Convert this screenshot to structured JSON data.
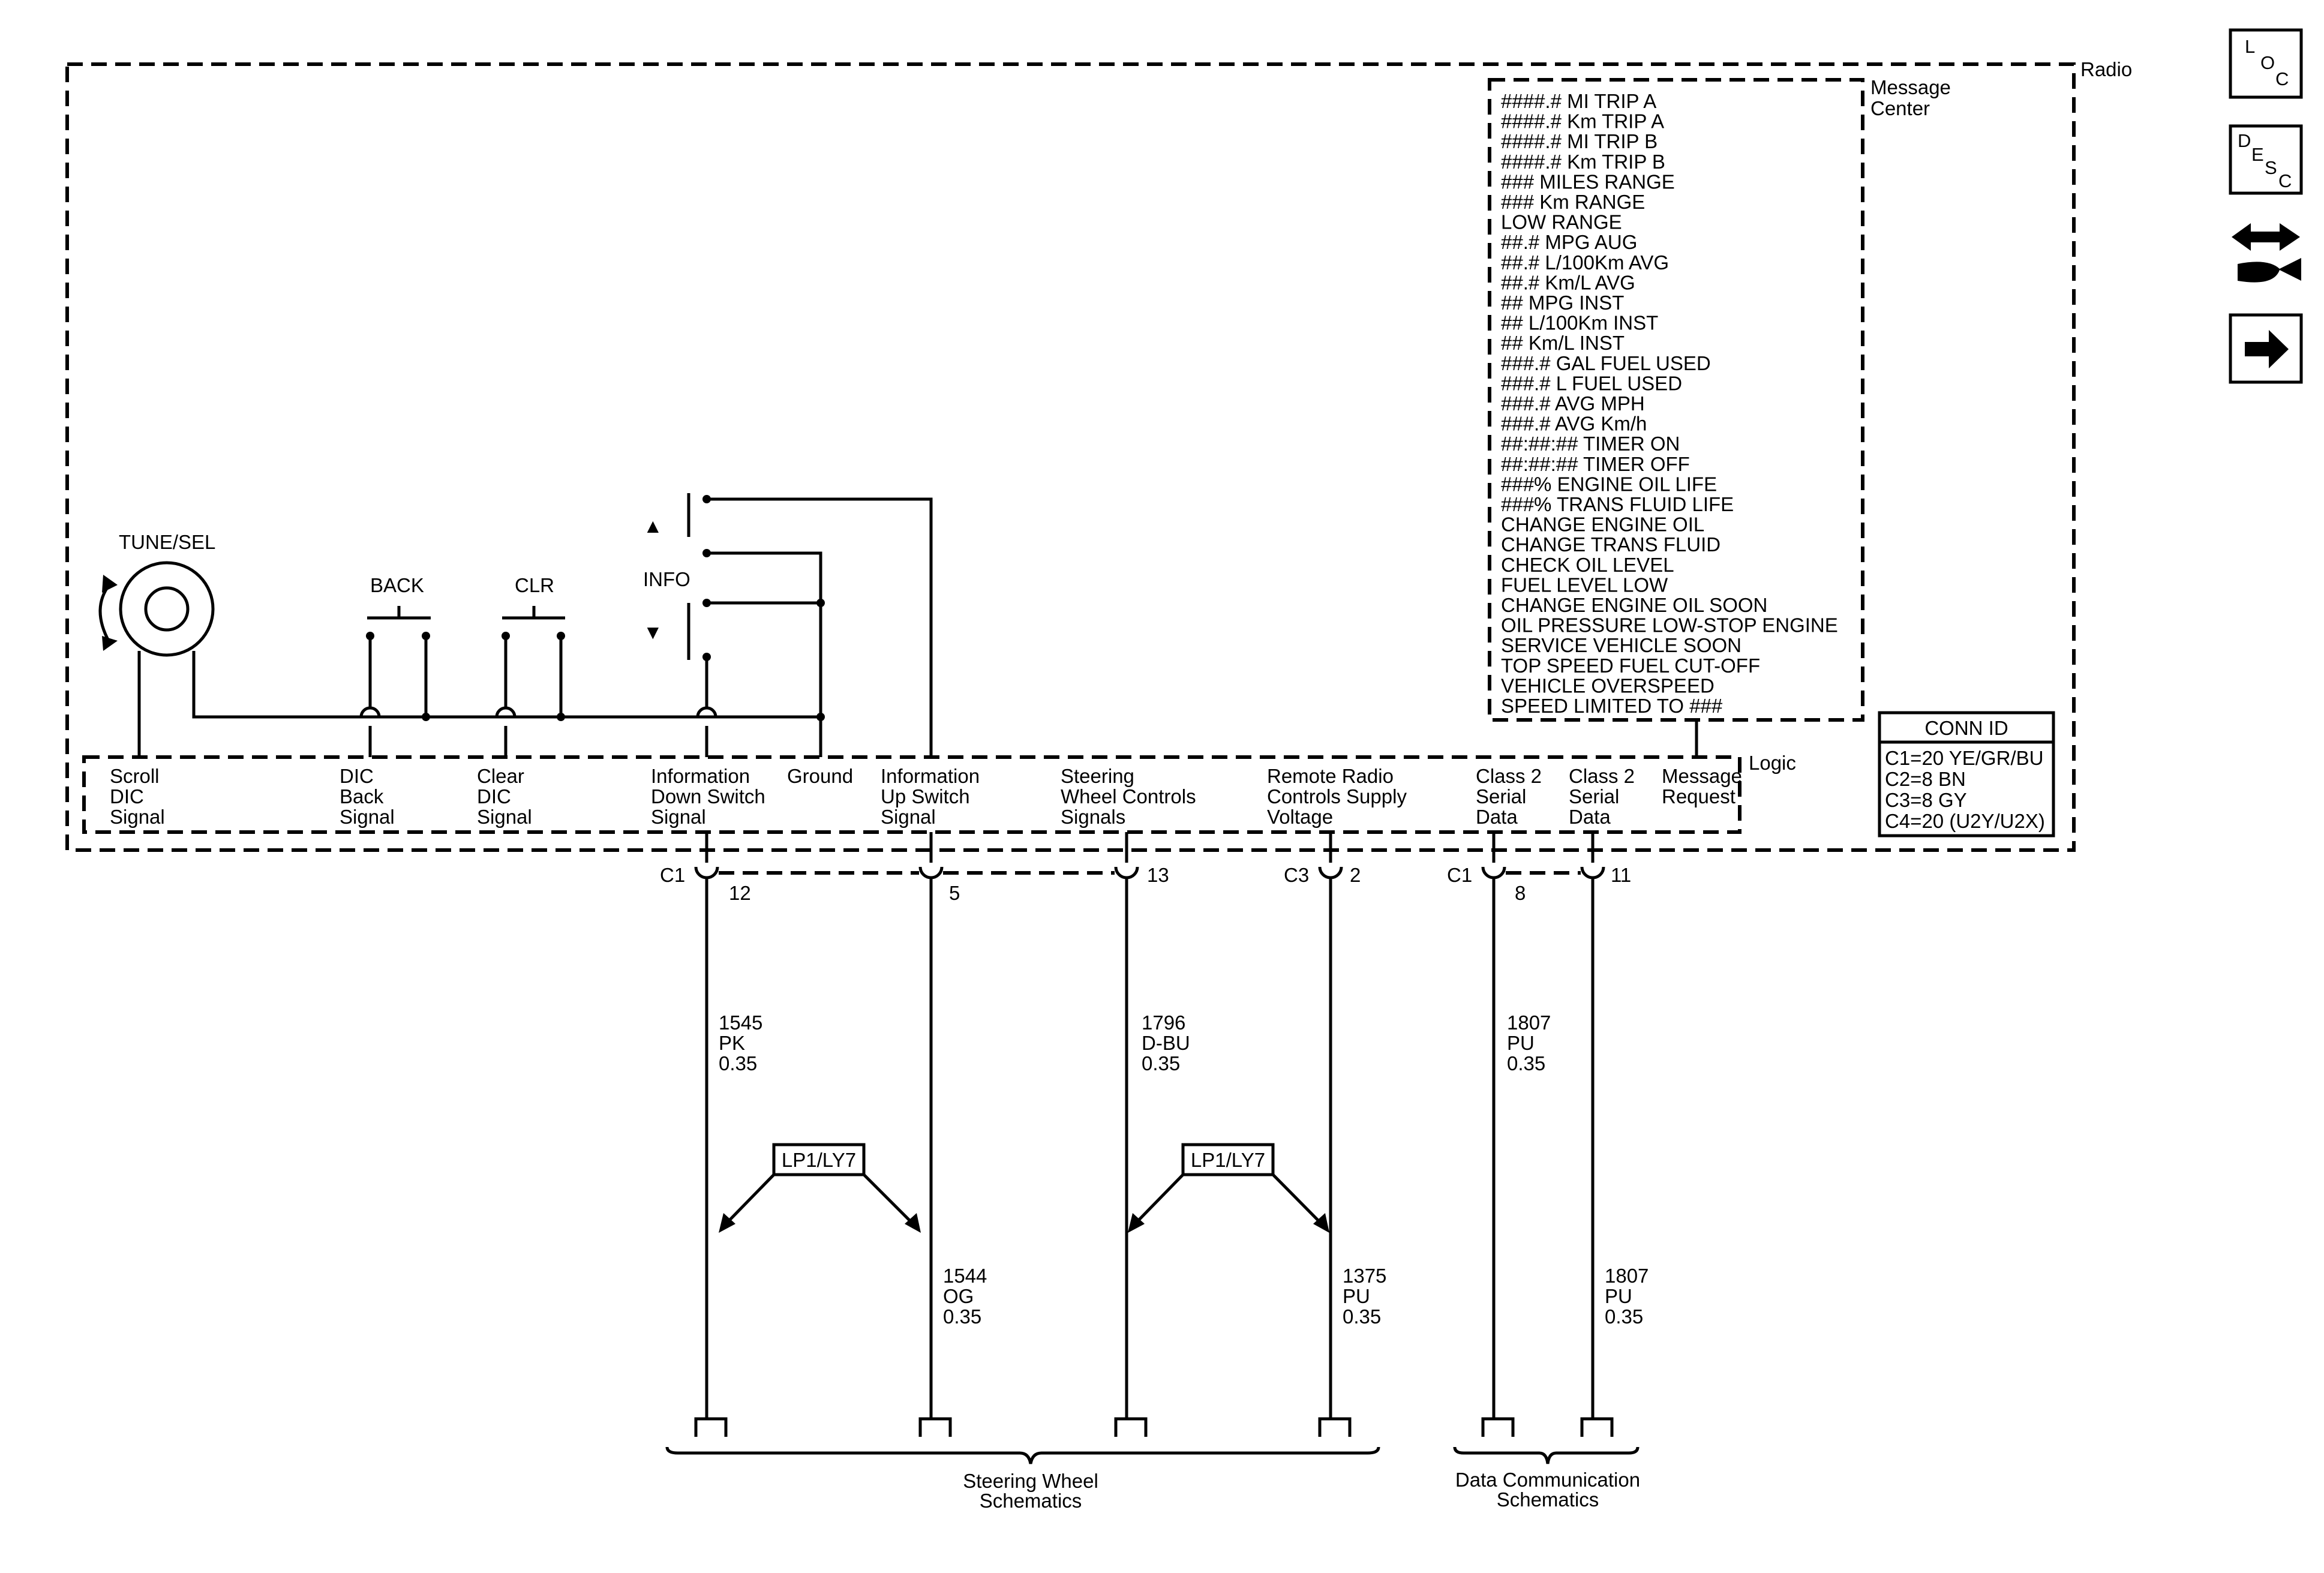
{
  "radio": {
    "label": "Radio",
    "logic_label": "Logic",
    "message_center_label": [
      "Message",
      "Center"
    ]
  },
  "tune_sel": {
    "label": "TUNE/SEL"
  },
  "switches": {
    "back": "BACK",
    "clr": "CLR",
    "info": "INFO",
    "up_arrow": "▲",
    "down_arrow": "▼"
  },
  "messages": [
    "####.# MI TRIP A",
    "####.# Km TRIP A",
    "####.# MI TRIP B",
    "####.# Km TRIP B",
    "### MILES RANGE",
    "### Km RANGE",
    "LOW RANGE",
    "##.# MPG AUG",
    "##.# L/100Km AVG",
    "##.# Km/L AVG",
    "## MPG INST",
    "## L/100Km INST",
    "## Km/L INST",
    "###.# GAL FUEL USED",
    "###.# L FUEL USED",
    "###.# AVG MPH",
    "###.# AVG Km/h",
    "##:##:## TIMER ON",
    "##:##:## TIMER OFF",
    "###% ENGINE OIL LIFE",
    "###% TRANS FLUID LIFE",
    "CHANGE ENGINE OIL",
    "CHANGE TRANS FLUID",
    "CHECK OIL LEVEL",
    "FUEL LEVEL LOW",
    "CHANGE ENGINE OIL SOON",
    "OIL PRESSURE LOW-STOP ENGINE",
    "SERVICE VEHICLE SOON",
    "TOP SPEED FUEL CUT-OFF",
    "VEHICLE OVERSPEED",
    "SPEED LIMITED TO ###"
  ],
  "logic_signals": [
    [
      "Scroll",
      "DIC",
      "Signal"
    ],
    [
      "DIC",
      "Back",
      "Signal"
    ],
    [
      "Clear",
      "DIC",
      "Signal"
    ],
    [
      "Information",
      "Down Switch",
      "Signal"
    ],
    [
      "Ground"
    ],
    [
      "Information",
      "Up Switch",
      "Signal"
    ],
    [
      "Steering",
      "Wheel Controls",
      "Signals"
    ],
    [
      "Remote Radio",
      "Controls Supply",
      "Voltage"
    ],
    [
      "Class 2",
      "Serial",
      "Data"
    ],
    [
      "Class 2",
      "Serial",
      "Data"
    ],
    [
      "Message",
      "Request"
    ]
  ],
  "conn_id": {
    "title": "CONN ID",
    "rows": [
      "C1=20 YE/GR/BU",
      "C2=8 BN",
      "C3=8 GY",
      "C4=20 (U2Y/U2X)"
    ]
  },
  "connectors": {
    "c1_a": "C1",
    "c3": "C3",
    "c1_b": "C1",
    "pins": [
      "12",
      "5",
      "13",
      "2",
      "8",
      "11"
    ]
  },
  "wires": [
    [
      "1545",
      "PK",
      "0.35"
    ],
    [
      "1796",
      "D-BU",
      "0.35"
    ],
    [
      "1807",
      "PU",
      "0.35"
    ],
    [
      "1544",
      "OG",
      "0.35"
    ],
    [
      "1375",
      "PU",
      "0.35"
    ],
    [
      "1807",
      "PU",
      "0.35"
    ]
  ],
  "options": {
    "left": "LP1/LY7",
    "right": "LP1/LY7"
  },
  "destinations": {
    "steering": [
      "Steering Wheel",
      "Schematics"
    ],
    "data": [
      "Data Communication",
      "Schematics"
    ]
  },
  "side_icons": {
    "loc": [
      "L",
      "O",
      "C"
    ],
    "desc": [
      "D",
      "E",
      "S",
      "C"
    ],
    "icon_names": [
      "loc-icon",
      "desc-icon",
      "wrench-arrows-icon",
      "right-arrow-icon"
    ]
  }
}
